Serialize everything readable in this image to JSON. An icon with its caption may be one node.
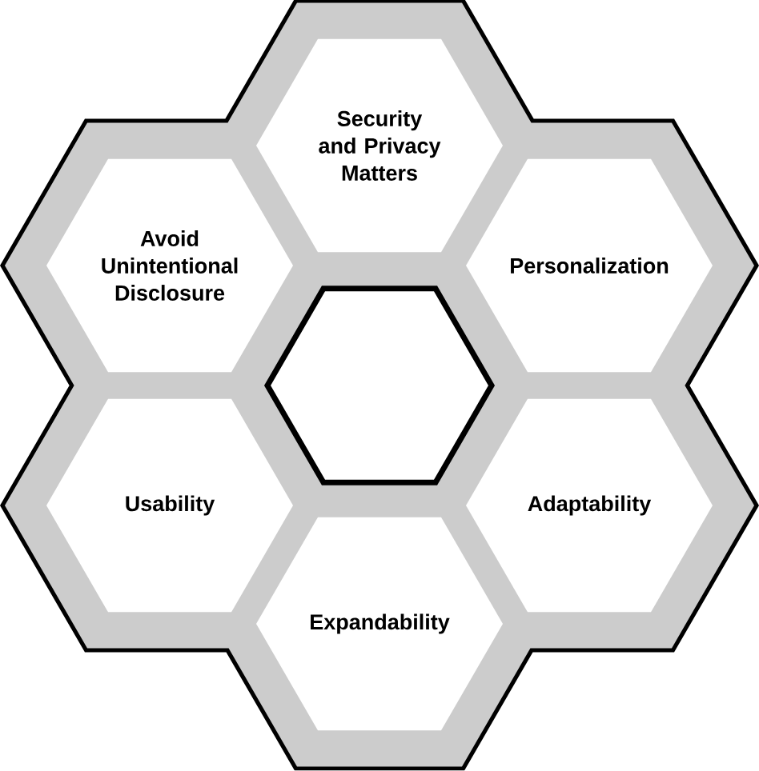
{
  "diagram": {
    "nodes": [
      {
        "text": [
          "Security and Privacy Matters"
        ]
      },
      {
        "text": [
          "Avoid Unintentional Disclosure"
        ]
      },
      {
        "text": [
          "Personalization"
        ]
      },
      {
        "text": [],
        "shape": "hexagon"
      },
      {
        "text": [
          "Usability"
        ]
      },
      {
        "text": [
          "Adaptability"
        ]
      },
      {
        "text": [
          "Expandability"
        ]
      }
    ]
  }
}
